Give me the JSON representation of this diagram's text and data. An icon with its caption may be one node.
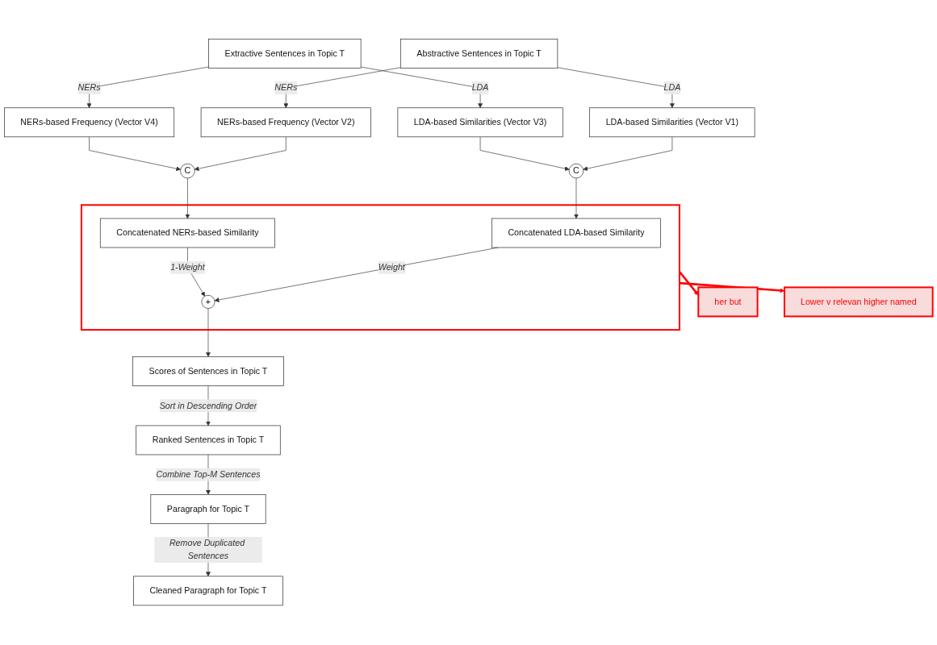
{
  "diagram": {
    "nodes": [
      {
        "text": [
          "Abstractive Sentences in Topic T"
        ]
      },
      {
        "text": [
          "Extractive Sentences in Topic T"
        ]
      },
      {
        "text": [
          "LDA-based Similarities (Vector V1)"
        ]
      },
      {
        "text": [
          "NERs-based Frequency (Vector V2)"
        ]
      },
      {
        "text": [
          "LDA-based Similarities (Vector V3)"
        ]
      },
      {
        "text": [
          "NERs-based Frequency (Vector V4)"
        ]
      },
      {
        "text": [
          "C"
        ]
      },
      {
        "text": [
          "C"
        ]
      },
      {
        "text": [
          "her but"
        ]
      },
      {
        "text": [],
        "shape": "box"
      },
      {
        "text": [
          "Concatenated LDA-based Similarity"
        ],
        "in": 9
      },
      {
        "text": [
          "Concatenated NERs-based Similarity"
        ],
        "in": 9
      },
      {
        "text": [
          "+"
        ],
        "in": 9
      },
      {
        "text": [
          "Lower v relevan higher named"
        ]
      },
      {
        "text": [
          "Scores of Sentences in Topic T"
        ]
      },
      {
        "text": [
          "Ranked Sentences in Topic T"
        ]
      },
      {
        "text": [
          "Paragraph for Topic T"
        ]
      },
      {
        "text": [
          "Cleaned Paragraph for Topic T"
        ]
      }
    ],
    "edges": [
      {
        "from": 0,
        "to": 2,
        "arrow": "to",
        "label": "LDA"
      },
      {
        "from": 0,
        "to": 3,
        "arrow": "to",
        "label": "NERs"
      },
      {
        "from": 1,
        "to": 4,
        "arrow": "to",
        "label": "LDA"
      },
      {
        "from": 1,
        "to": 5,
        "arrow": "to",
        "label": "NERs"
      },
      {
        "from": 2,
        "to": 6,
        "arrow": "to"
      },
      {
        "from": 4,
        "to": 6,
        "arrow": "to"
      },
      {
        "from": 3,
        "to": 7,
        "arrow": "to"
      },
      {
        "from": 5,
        "to": 7,
        "arrow": "to"
      },
      {
        "from": 6,
        "to": 10,
        "arrow": "to"
      },
      {
        "from": 7,
        "to": 11,
        "arrow": "to"
      },
      {
        "from": 10,
        "to": 12,
        "arrow": "to",
        "label": "Weight"
      },
      {
        "from": 11,
        "to": 12,
        "arrow": "to",
        "label": "1-Weight"
      },
      {
        "from": 9,
        "to": 8,
        "arrow": "to",
        "style": "thick",
        "color": "#ff0000"
      },
      {
        "from": 9,
        "to": 13,
        "arrow": "to",
        "style": "thick",
        "color": "#ff0000"
      },
      {
        "from": 12,
        "to": 14,
        "arrow": "to"
      },
      {
        "from": 14,
        "to": 15,
        "arrow": "to",
        "label": "Sort in Descending Order"
      },
      {
        "from": 15,
        "to": 16,
        "arrow": "to",
        "label": "Combine Top-M Sentences"
      },
      {
        "from": 16,
        "to": 17,
        "arrow": "to",
        "label": "Remove Duplicated Sentences"
      }
    ]
  }
}
